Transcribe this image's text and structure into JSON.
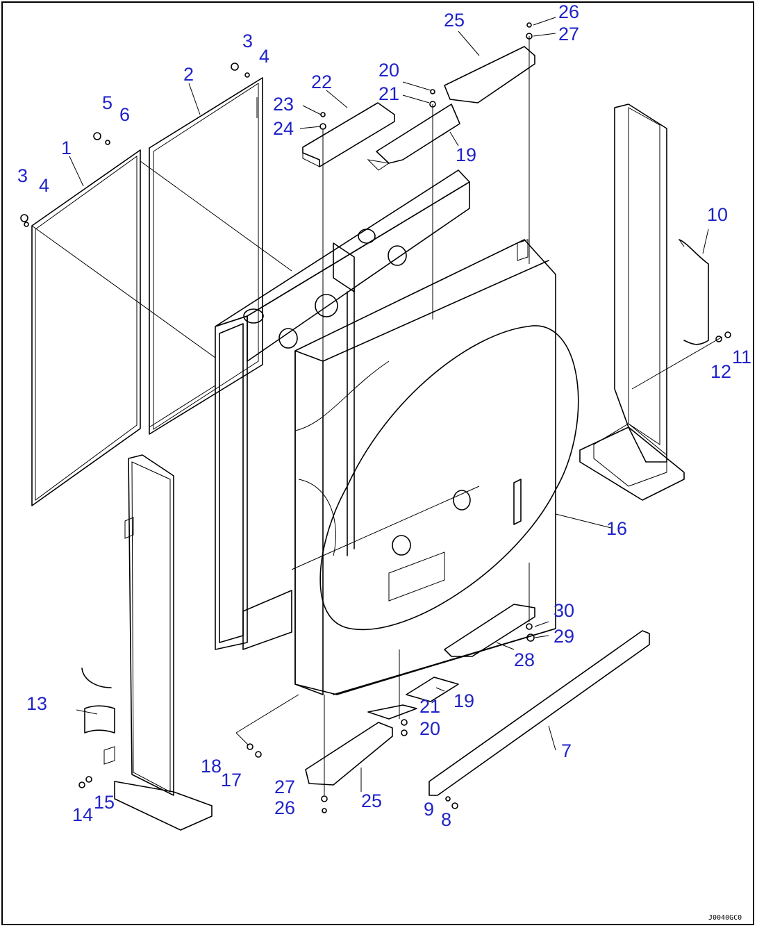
{
  "drawing_code": "J0040GC0",
  "callouts": [
    {
      "id": "c1",
      "text": "1"
    },
    {
      "id": "c2",
      "text": "2"
    },
    {
      "id": "c3a",
      "text": "3"
    },
    {
      "id": "c4a",
      "text": "4"
    },
    {
      "id": "c3b",
      "text": "3"
    },
    {
      "id": "c4b",
      "text": "4"
    },
    {
      "id": "c5",
      "text": "5"
    },
    {
      "id": "c6",
      "text": "6"
    },
    {
      "id": "c7",
      "text": "7"
    },
    {
      "id": "c8",
      "text": "8"
    },
    {
      "id": "c9",
      "text": "9"
    },
    {
      "id": "c10",
      "text": "10"
    },
    {
      "id": "c11",
      "text": "11"
    },
    {
      "id": "c12",
      "text": "12"
    },
    {
      "id": "c13",
      "text": "13"
    },
    {
      "id": "c14",
      "text": "14"
    },
    {
      "id": "c15",
      "text": "15"
    },
    {
      "id": "c16",
      "text": "16"
    },
    {
      "id": "c17",
      "text": "17"
    },
    {
      "id": "c18",
      "text": "18"
    },
    {
      "id": "c19a",
      "text": "19"
    },
    {
      "id": "c19b",
      "text": "19"
    },
    {
      "id": "c20a",
      "text": "20"
    },
    {
      "id": "c20b",
      "text": "20"
    },
    {
      "id": "c21a",
      "text": "21"
    },
    {
      "id": "c21b",
      "text": "21"
    },
    {
      "id": "c22",
      "text": "22"
    },
    {
      "id": "c23",
      "text": "23"
    },
    {
      "id": "c24",
      "text": "24"
    },
    {
      "id": "c25a",
      "text": "25"
    },
    {
      "id": "c25b",
      "text": "25"
    },
    {
      "id": "c26a",
      "text": "26"
    },
    {
      "id": "c26b",
      "text": "26"
    },
    {
      "id": "c27a",
      "text": "27"
    },
    {
      "id": "c27b",
      "text": "27"
    },
    {
      "id": "c28",
      "text": "28"
    },
    {
      "id": "c29",
      "text": "29"
    },
    {
      "id": "c30",
      "text": "30"
    }
  ]
}
